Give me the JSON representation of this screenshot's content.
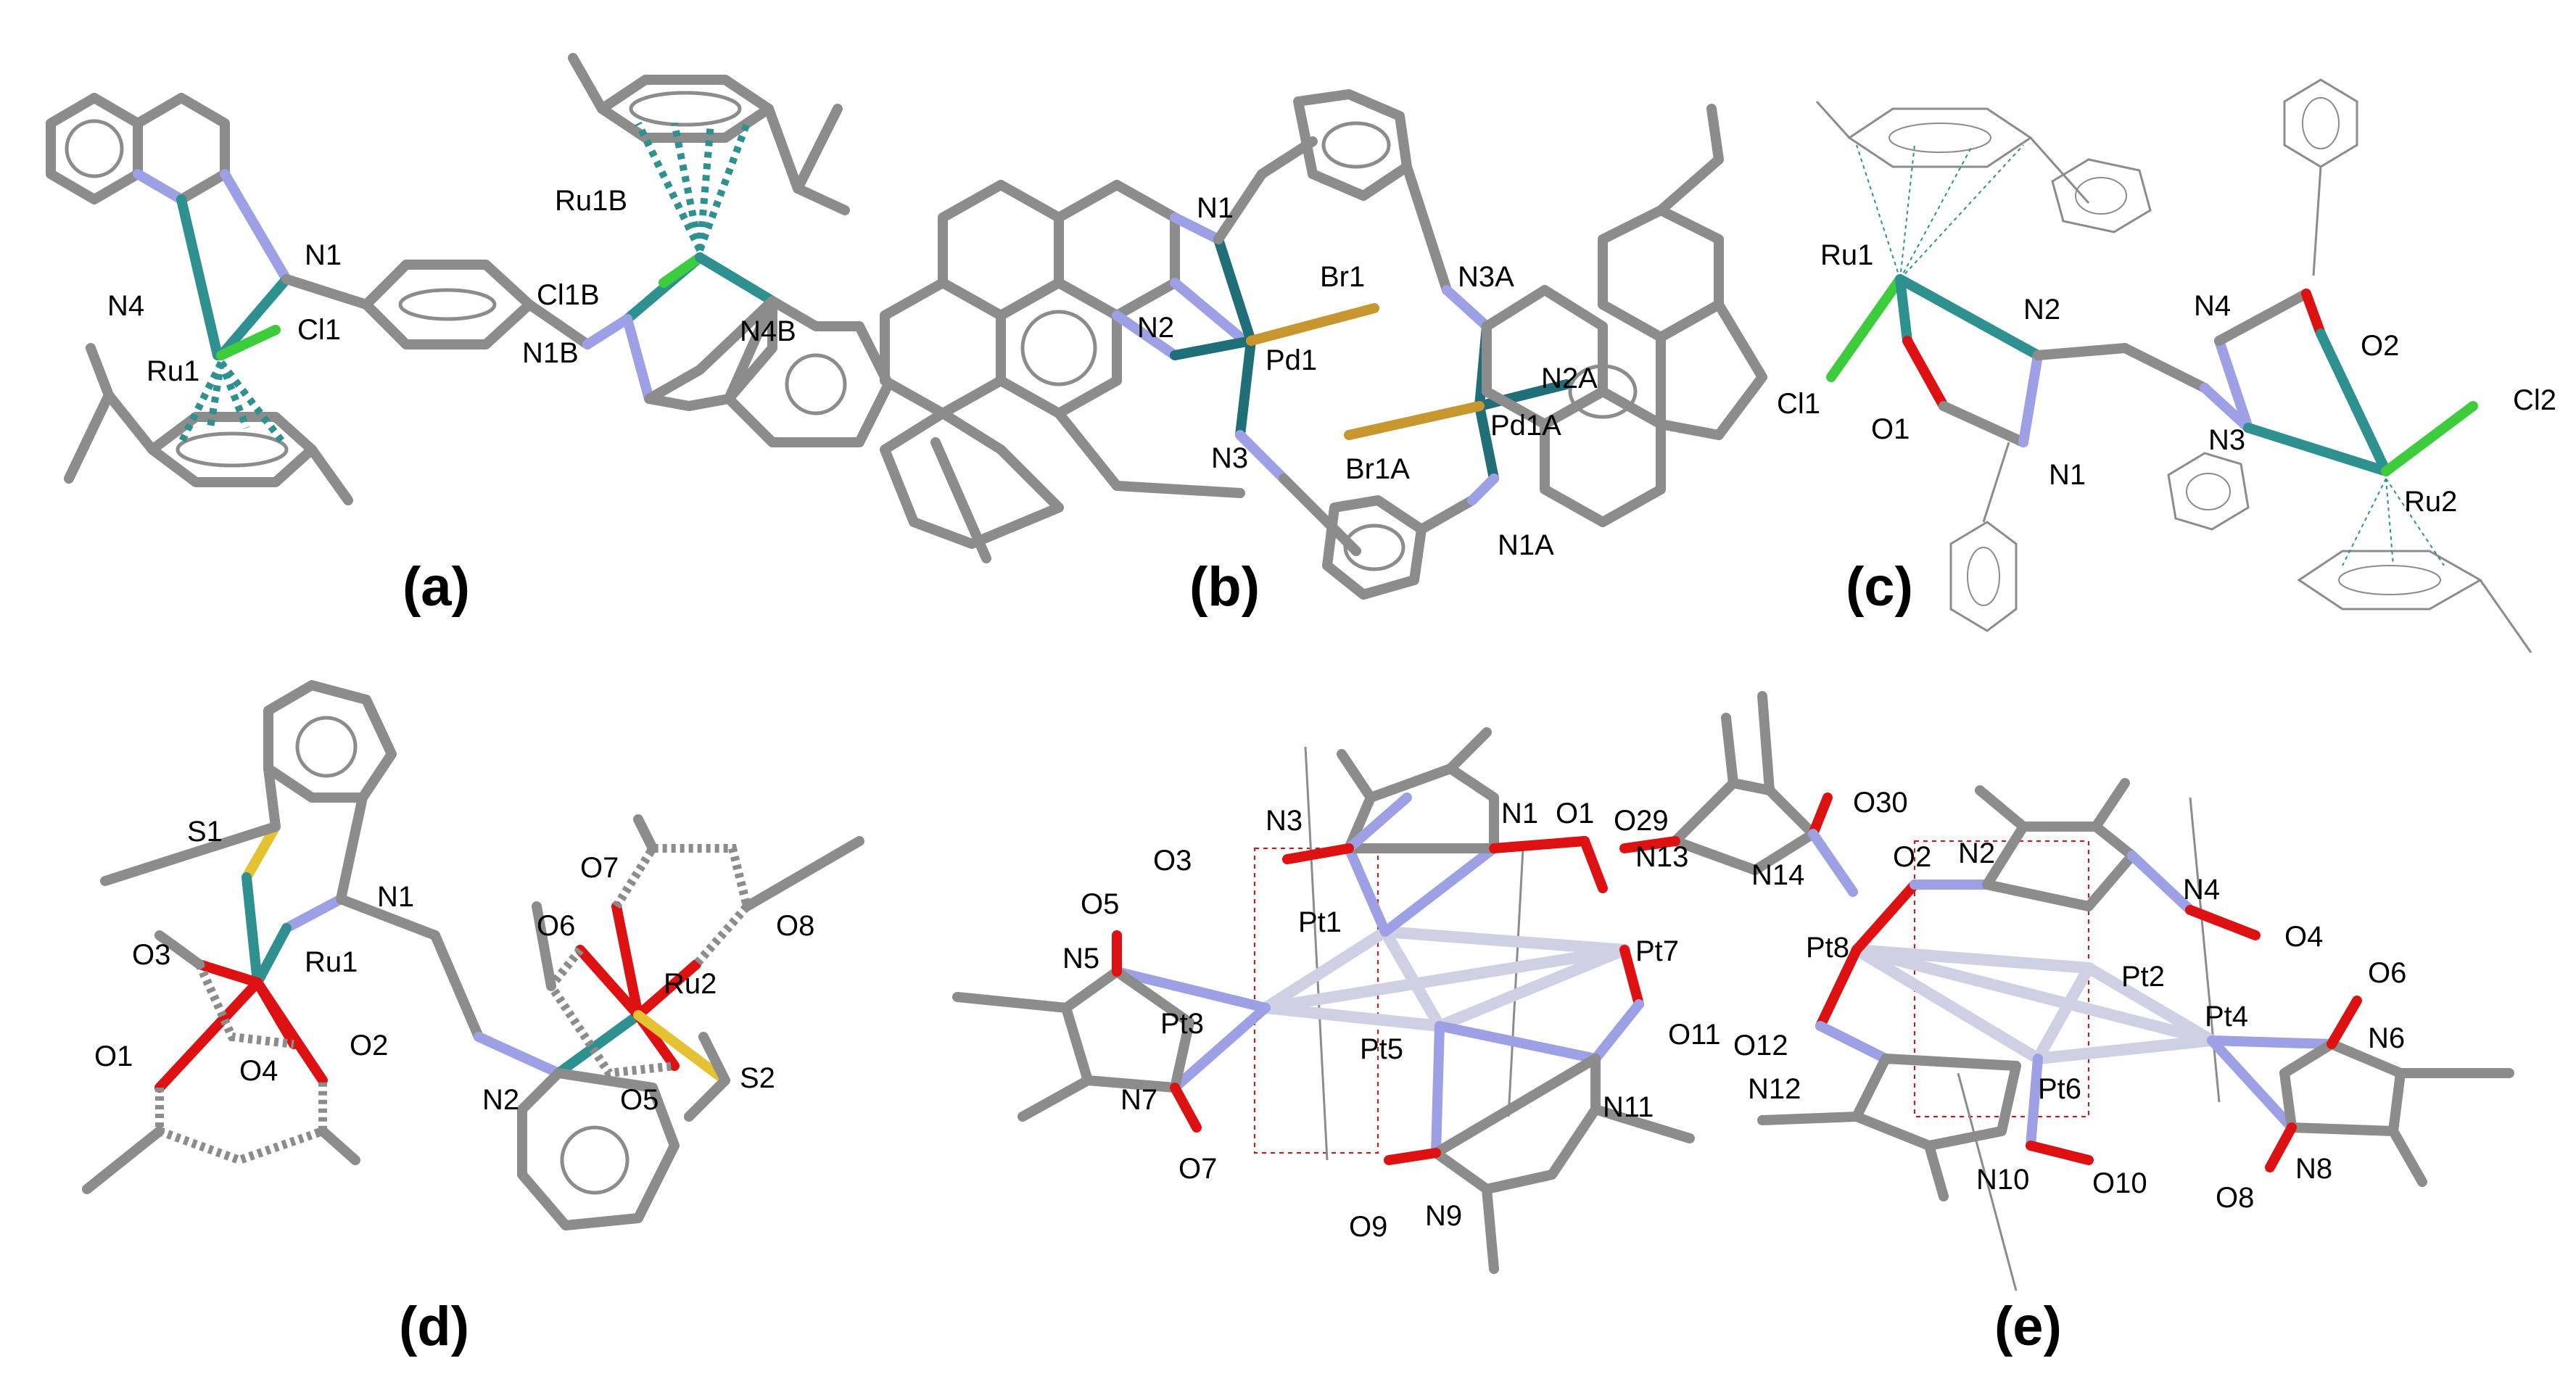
{
  "colors": {
    "carbon": "#8c8c8c",
    "nitrogen": "#9da0e4",
    "ruthenium": "#2f9090",
    "palladium": "#1f6e78",
    "chlorine": "#3ccc3c",
    "bromine": "#c8962f",
    "oxygen": "#dd1111",
    "sulfur": "#e4c233",
    "platinum": "#d0d0e4"
  },
  "panels": {
    "a": {
      "label": "(a)",
      "atoms": {
        "N1": "N1",
        "N4": "N4",
        "Ru1": "Ru1",
        "Cl1": "Cl1",
        "N1B": "N1B",
        "Cl1B": "Cl1B",
        "Ru1B": "Ru1B",
        "N4B": "N4B"
      }
    },
    "b": {
      "label": "(b)",
      "atoms": {
        "N1": "N1",
        "N2": "N2",
        "N3": "N3",
        "Pd1": "Pd1",
        "Br1": "Br1",
        "N3A": "N3A",
        "N2A": "N2A",
        "Pd1A": "Pd1A",
        "Br1A": "Br1A",
        "N1A": "N1A"
      }
    },
    "c": {
      "label": "(c)",
      "atoms": {
        "Ru1": "Ru1",
        "Cl1": "Cl1",
        "O1": "O1",
        "N2": "N2",
        "N1": "N1",
        "N4": "N4",
        "O2": "O2",
        "N3": "N3",
        "Cl2": "Cl2",
        "Ru2": "Ru2"
      }
    },
    "d": {
      "label": "(d)",
      "atoms": {
        "S1": "S1",
        "N1": "N1",
        "O3": "O3",
        "Ru1": "Ru1",
        "O1": "O1",
        "O2": "O2",
        "O4": "O4",
        "N2": "N2",
        "O6": "O6",
        "O7": "O7",
        "O8": "O8",
        "Ru2": "Ru2",
        "O5": "O5",
        "S2": "S2"
      }
    },
    "e": {
      "label": "(e)",
      "atoms": {
        "N3": "N3",
        "N1": "N1",
        "O1": "O1",
        "O3": "O3",
        "O5": "O5",
        "N5": "N5",
        "Pt1": "Pt1",
        "Pt3": "Pt3",
        "Pt5": "Pt5",
        "Pt7": "Pt7",
        "N7": "N7",
        "O7": "O7",
        "O9": "O9",
        "N9": "N9",
        "N11": "N11",
        "O11": "O11",
        "O29": "O29",
        "N13": "N13",
        "N14": "N14",
        "O30": "O30",
        "O2": "O2",
        "N2": "N2",
        "Pt8": "Pt8",
        "N4": "N4",
        "O4": "O4",
        "Pt2": "Pt2",
        "Pt4": "Pt4",
        "O6": "O6",
        "N6": "N6",
        "O12": "O12",
        "N12": "N12",
        "Pt6": "Pt6",
        "N10": "N10",
        "O10": "O10",
        "O8": "O8",
        "N8": "N8"
      }
    }
  }
}
